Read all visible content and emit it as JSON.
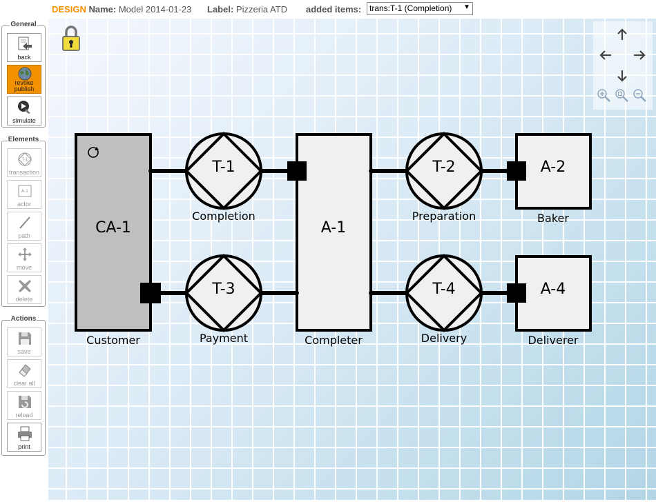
{
  "header": {
    "mode": "DESIGN",
    "name_label": "Name:",
    "name_value": "Model 2014-01-23",
    "label_label": "Label:",
    "label_value": "Pizzeria ATD",
    "added_items_label": "added items:",
    "added_items_value": "trans:T-1 (Completion)"
  },
  "toolbar": {
    "general": {
      "title": "General",
      "back": "back",
      "revoke_publish_line1": "revoke",
      "revoke_publish_line2": "publish",
      "simulate": "simulate"
    },
    "elements": {
      "title": "Elements",
      "transaction": "transaction",
      "actor": "actor",
      "path": "path",
      "move": "move",
      "delete": "delete"
    },
    "actions": {
      "title": "Actions",
      "save": "save",
      "clear_all": "clear all",
      "reload": "reload",
      "print": "print"
    },
    "colors": {
      "active": "#f29200",
      "header_accent": "#f29200"
    }
  },
  "diagram": {
    "composite_actor": {
      "id": "CA-1",
      "name": "Customer"
    },
    "actors": [
      {
        "id": "A-1",
        "name": "Completer"
      },
      {
        "id": "A-2",
        "name": "Baker"
      },
      {
        "id": "A-4",
        "name": "Deliverer"
      }
    ],
    "transactions": [
      {
        "id": "T-1",
        "name": "Completion"
      },
      {
        "id": "T-2",
        "name": "Preparation"
      },
      {
        "id": "T-3",
        "name": "Payment"
      },
      {
        "id": "T-4",
        "name": "Delivery"
      }
    ]
  }
}
